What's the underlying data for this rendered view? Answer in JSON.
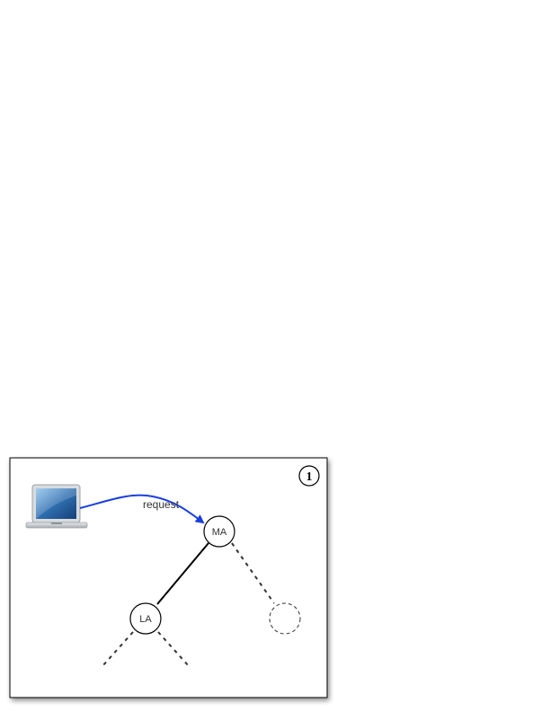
{
  "diagram": {
    "step_badge": "1",
    "nodes": {
      "ma": {
        "label": "MA"
      },
      "la": {
        "label": "LA"
      },
      "unlabeled": {
        "label": ""
      }
    },
    "edges": {
      "request": {
        "label": "request"
      }
    },
    "icons": {
      "client": "laptop-icon"
    },
    "colors": {
      "request_arrow": "#1a3fe0",
      "frame_border": "#000000",
      "solid_edge": "#000000",
      "dashed_edge": "#333333",
      "laptop_screen": "#2f6fb0",
      "laptop_body": "#c8ccd0"
    }
  }
}
